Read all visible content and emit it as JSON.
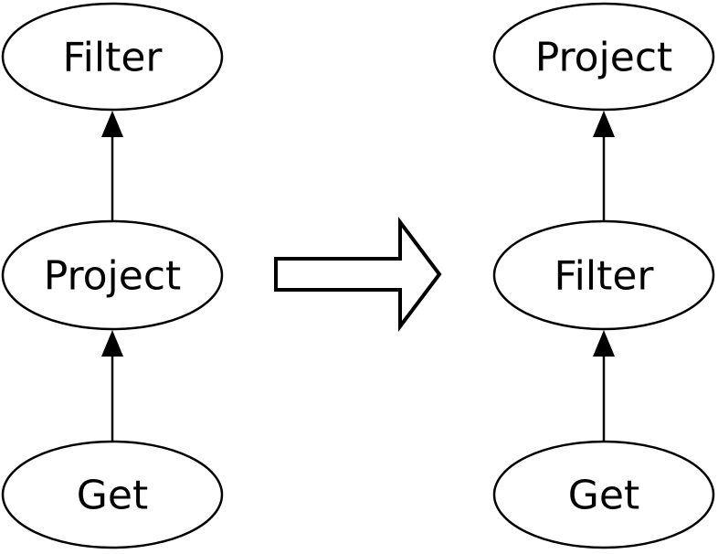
{
  "canvas": {
    "background_color": "#ffffff",
    "node_fill_color": "#ffffff",
    "stroke_color": "#000000"
  },
  "before_graph": {
    "nodes": [
      {
        "label": "Filter"
      },
      {
        "label": "Project"
      },
      {
        "label": "Get"
      }
    ],
    "edges": [
      {
        "from": "Project",
        "to": "Filter",
        "direction": "up"
      },
      {
        "from": "Get",
        "to": "Project",
        "direction": "up"
      }
    ]
  },
  "after_graph": {
    "nodes": [
      {
        "label": "Project"
      },
      {
        "label": "Filter"
      },
      {
        "label": "Get"
      }
    ],
    "edges": [
      {
        "from": "Filter",
        "to": "Project",
        "direction": "up"
      },
      {
        "from": "Get",
        "to": "Filter",
        "direction": "up"
      }
    ]
  },
  "transform": {
    "icon": "block-arrow-right"
  }
}
